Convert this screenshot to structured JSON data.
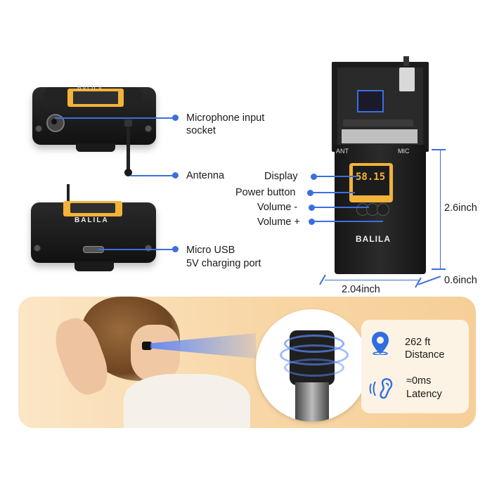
{
  "brand": "BALILA",
  "brand_mirrored": "BALILA",
  "callouts": {
    "mic_input": [
      "Microphone input",
      "socket"
    ],
    "antenna": "Antenna",
    "micro_usb": [
      "Micro USB",
      "5V charging port"
    ],
    "display": "Display",
    "power_button": "Power button",
    "volume_minus": "Volume -",
    "volume_plus": "Volume +"
  },
  "receiver_labels": {
    "ant": "ANT",
    "mic": "MIC",
    "lcd_digits": "58.15"
  },
  "dimensions": {
    "height": "2.6inch",
    "depth": "0.6inch",
    "width": "2.04inch"
  },
  "specs": [
    {
      "value": "262 ft",
      "label": "Distance",
      "icon": "location-pin-icon"
    },
    {
      "value": "≈0ms",
      "label": "Latency",
      "icon": "ear-sound-icon"
    }
  ],
  "colors": {
    "accent": "#3b6fe0",
    "lcd": "#f2b33a",
    "panel": "#f8d6a5"
  }
}
